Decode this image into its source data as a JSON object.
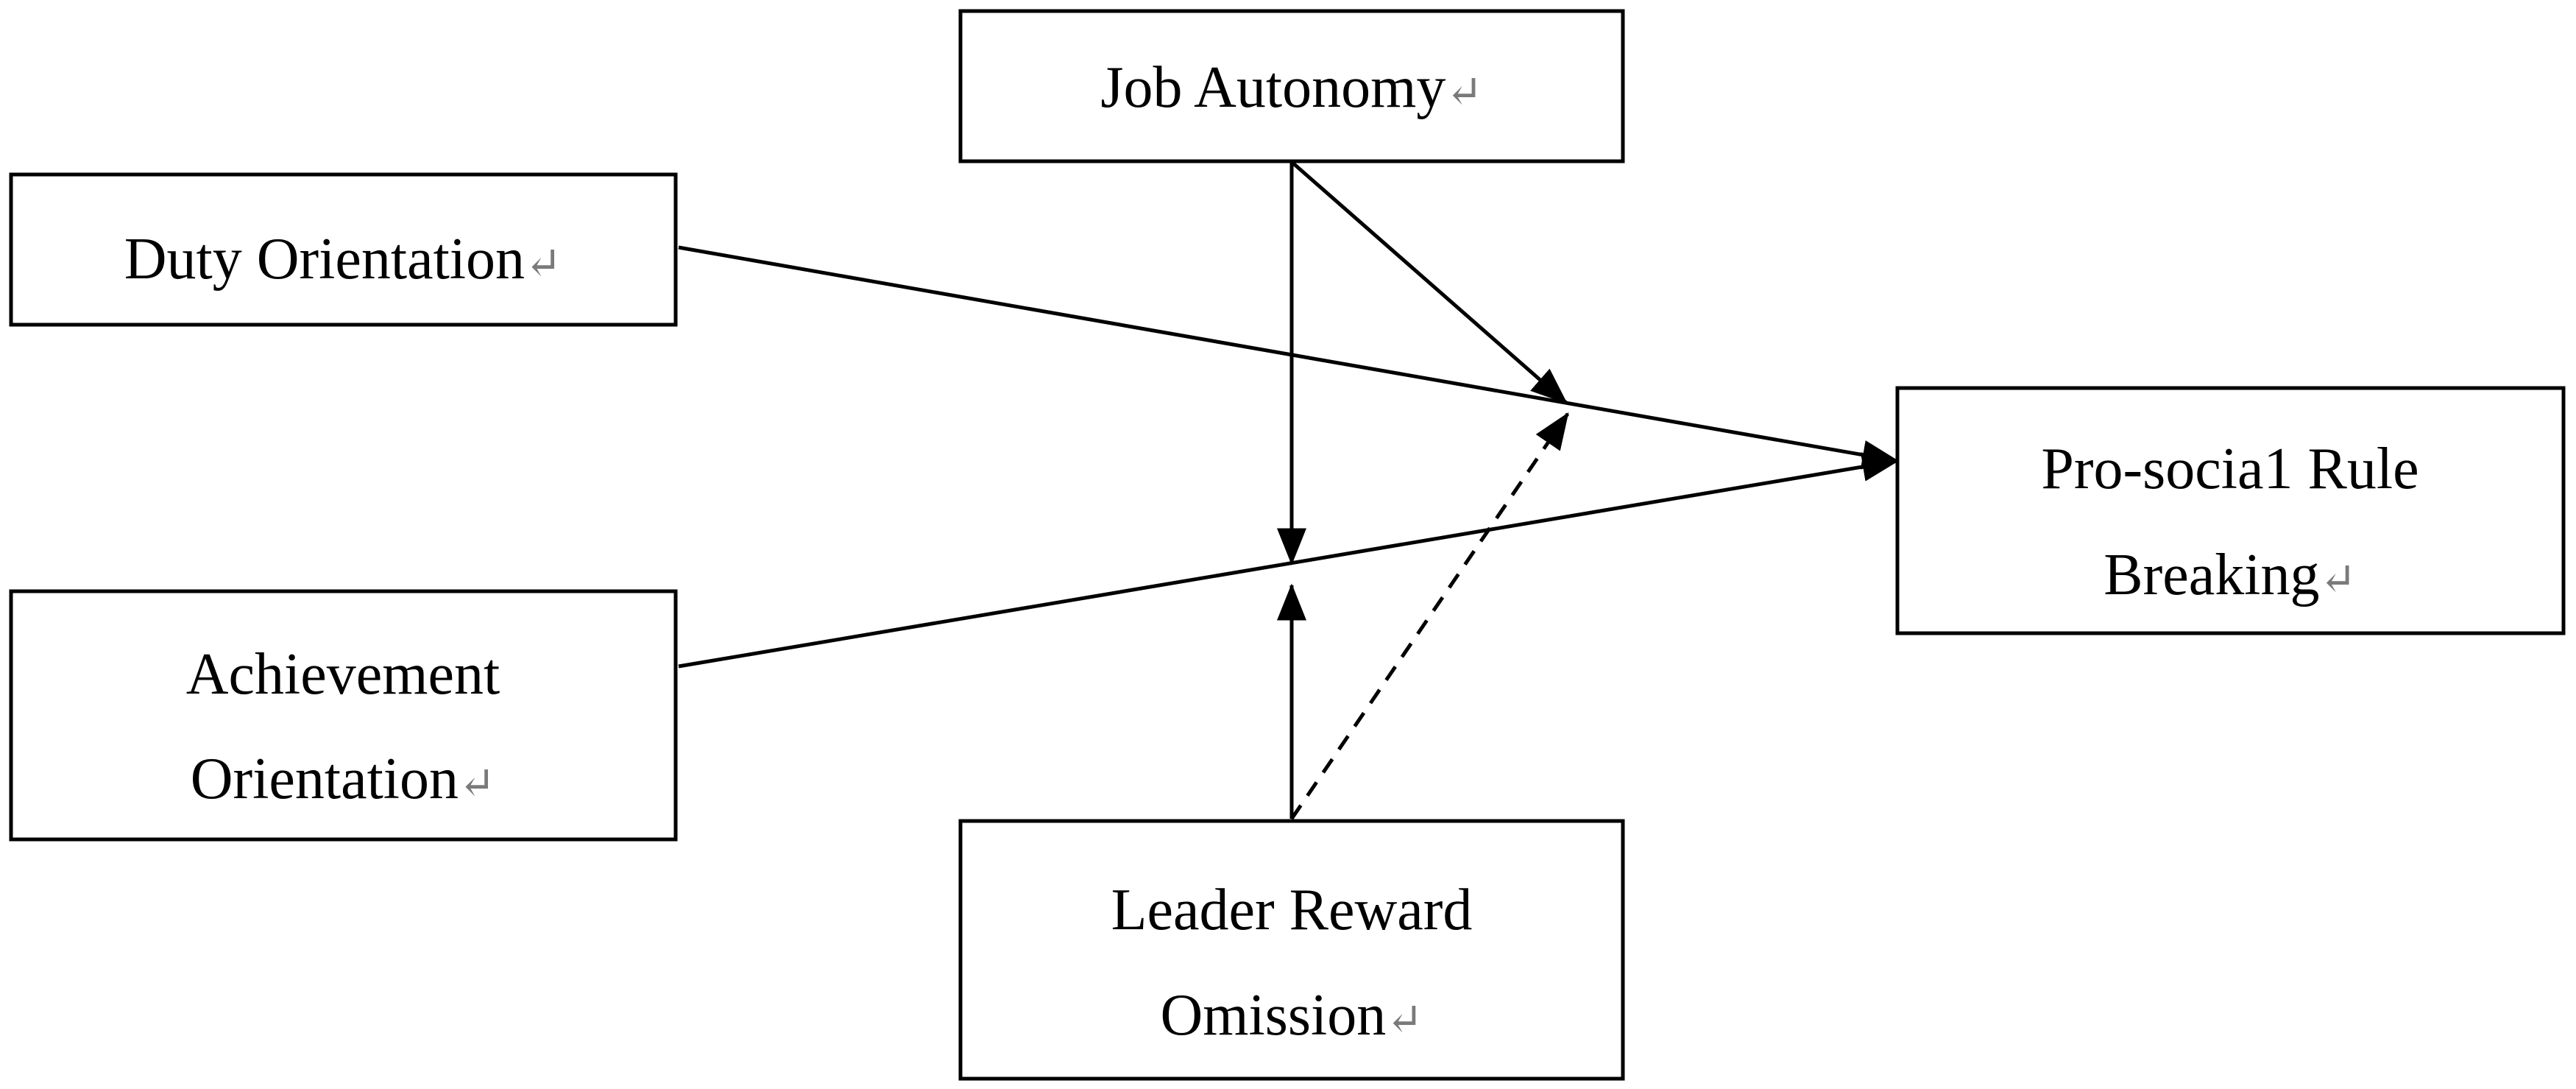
{
  "nodes": {
    "job_autonomy": {
      "label": "Job Autonomy",
      "return_mark": "↵"
    },
    "duty_orientation": {
      "label": "Duty Orientation",
      "return_mark": "↵"
    },
    "achievement_orientation": {
      "line1": "Achievement",
      "line2": "Orientation",
      "return_mark": "↵"
    },
    "leader_reward_omission": {
      "line1": "Leader Reward",
      "line2": "Omission",
      "return_mark": "↵"
    },
    "pro_social_rule_breaking": {
      "line1": "Pro-socia1 Rule",
      "line2": "Breaking",
      "return_mark": "↵"
    }
  },
  "edges": [
    {
      "from": "duty_orientation",
      "to": "pro_social_rule_breaking",
      "style": "solid"
    },
    {
      "from": "achievement_orientation",
      "to": "pro_social_rule_breaking",
      "style": "solid"
    },
    {
      "from": "job_autonomy",
      "to": "duty_path",
      "style": "solid",
      "type": "moderation"
    },
    {
      "from": "job_autonomy",
      "to": "achievement_path",
      "style": "solid",
      "type": "moderation"
    },
    {
      "from": "leader_reward_omission",
      "to": "achievement_path",
      "style": "solid",
      "type": "moderation"
    },
    {
      "from": "leader_reward_omission",
      "to": "duty_path",
      "style": "dashed",
      "type": "moderation"
    }
  ],
  "colors": {
    "ink": "#000000",
    "background": "#ffffff"
  }
}
